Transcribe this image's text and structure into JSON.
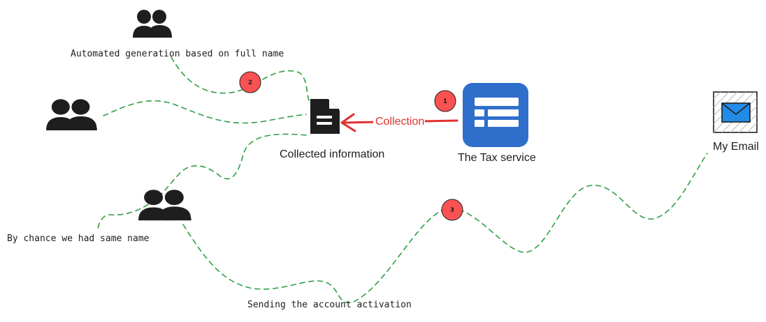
{
  "colors": {
    "connector": "#2f9e44",
    "badge": "#fa5252",
    "arrow": "#e03131",
    "service_tile": "#2f6fcb",
    "mail_icon": "#228be6",
    "ink": "#1e1e1e"
  },
  "nodes": {
    "users_top": {
      "label": "Automated generation based on full name",
      "icon": "users-icon"
    },
    "users_left": {
      "label": "",
      "icon": "users-icon"
    },
    "users_bottom": {
      "label": "By chance we had same name",
      "icon": "users-icon"
    },
    "document": {
      "label": "Collected information",
      "icon": "document-icon"
    },
    "tax_service": {
      "label": "The Tax service",
      "icon": "table-form-icon"
    },
    "email": {
      "label": "My Email",
      "icon": "envelope-icon"
    }
  },
  "edges": {
    "collection": {
      "label": "Collection"
    },
    "activation": {
      "label": "Sending the account activation"
    }
  },
  "steps": [
    {
      "number": "1"
    },
    {
      "number": "2"
    },
    {
      "number": "3"
    }
  ]
}
